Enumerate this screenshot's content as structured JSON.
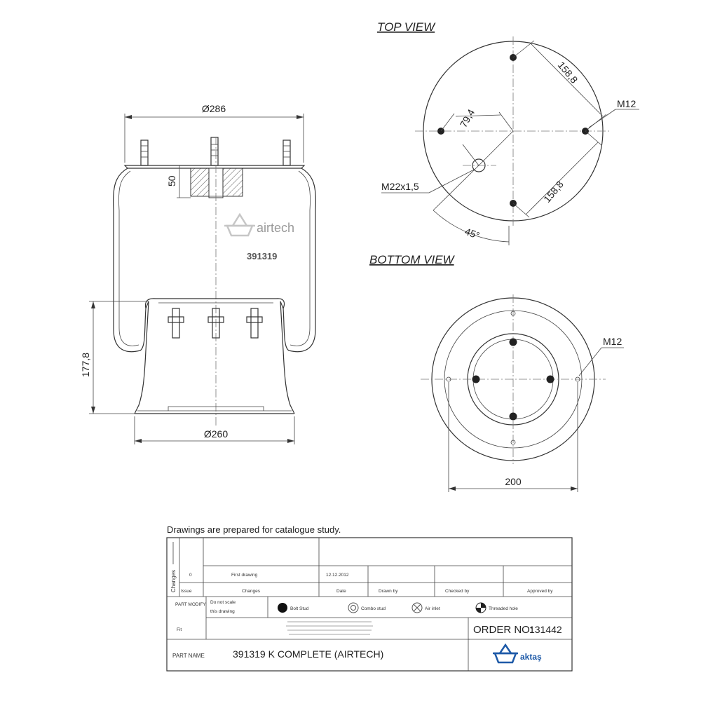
{
  "side_view": {
    "top_diameter": "Ø286",
    "bottom_diameter": "Ø260",
    "piston_height": "50",
    "height": "177,8",
    "logo_text": "airtech",
    "part_code": "391319"
  },
  "top_view": {
    "title": "TOP VIEW",
    "dim_a": "158,8",
    "dim_b": "158,8",
    "dim_c": "79,4",
    "angle": "45°",
    "thread_small": "M12",
    "thread_air": "M22x1,5"
  },
  "bottom_view": {
    "title": "BOTTOM VIEW",
    "thread": "M12",
    "diameter": "200"
  },
  "title_block": {
    "note": "Drawings are  prepared for  catalogue study.",
    "changes_label": "Changes",
    "issue_no": "0",
    "first_drawing": "First drawing",
    "date_value": "12.12.2012",
    "headers": [
      "Issue",
      "Changes",
      "Date",
      "Drawn by",
      "Checked by",
      "Approved by"
    ],
    "part_modify_label": "PART MODIFY",
    "scale_notes": [
      "Do not scale",
      "this drawing"
    ],
    "fix_label": "Fit",
    "legend": [
      "Bolt Stud",
      "Combo stud",
      "Air inlet",
      "Threaded hole"
    ],
    "order_label": "ORDER NO:",
    "order_no": "131442",
    "part_name_label": "PART NAME",
    "part_name": "391319 K COMPLETE (AIRTECH)",
    "brand": "aktaş"
  }
}
